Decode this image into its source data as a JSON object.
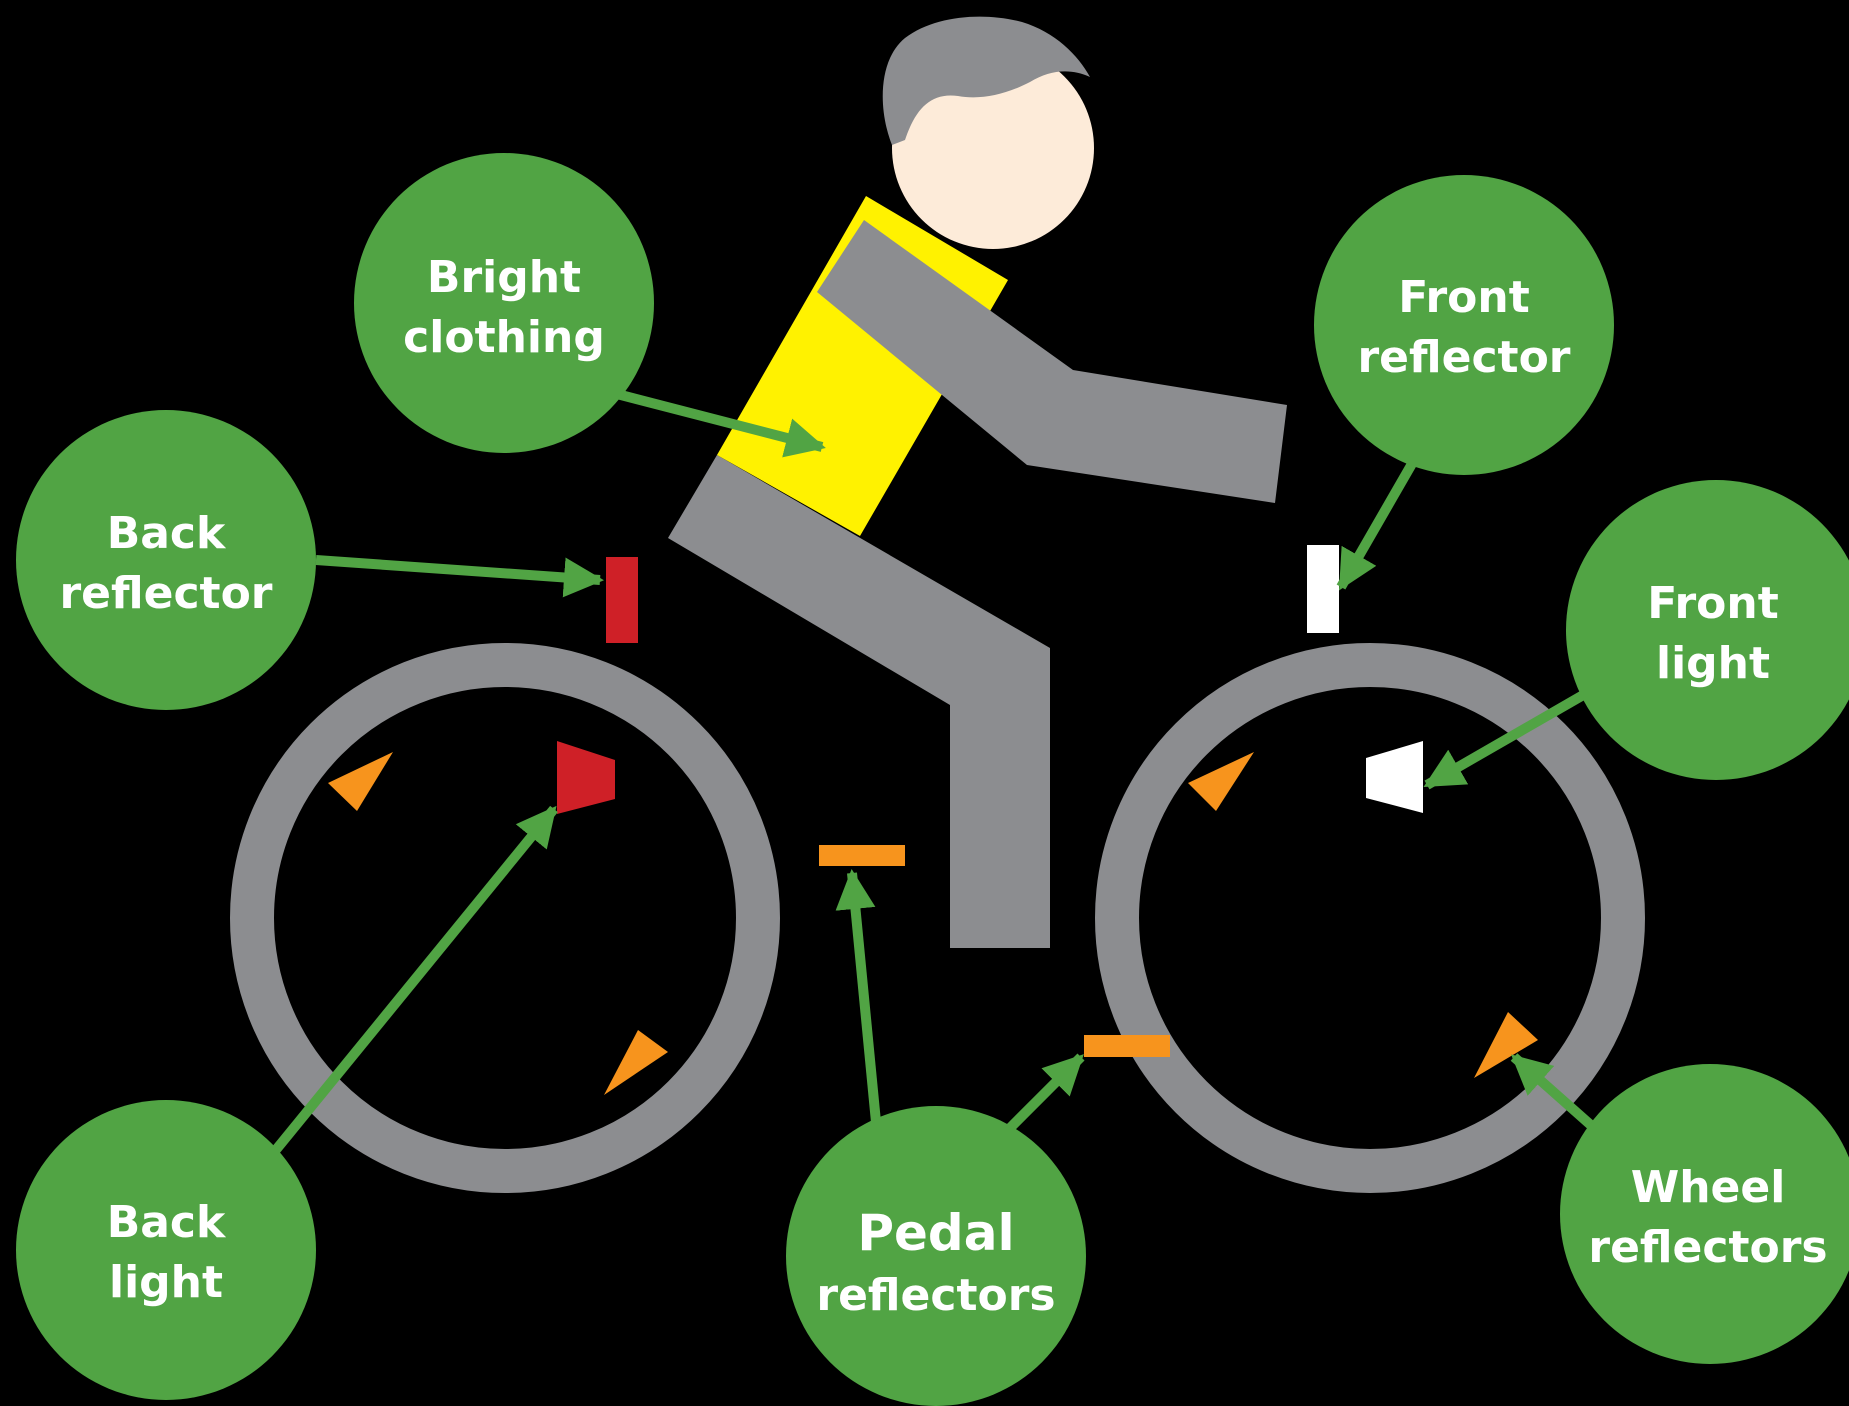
{
  "colors": {
    "background": "#000000",
    "label_circle": "#51a444",
    "arrow": "#51a444",
    "frame_gray": "#8c8d90",
    "clothing_yellow": "#fff200",
    "skin": "#fdebd9",
    "red": "#cf2027",
    "orange": "#f7941d",
    "white": "#ffffff",
    "label_text": "#ffffff"
  },
  "labels": {
    "bright_clothing": {
      "line1": "Bright",
      "line2": "clothing"
    },
    "front_reflector": {
      "line1": "Front",
      "line2": "reflector"
    },
    "back_reflector": {
      "line1": "Back",
      "line2": "reflector"
    },
    "front_light": {
      "line1": "Front",
      "line2": "light"
    },
    "back_light": {
      "line1": "Back",
      "line2": "light"
    },
    "pedal_reflectors": {
      "line1": "Pedal",
      "line2": "reflectors"
    },
    "wheel_reflectors": {
      "line1": "Wheel",
      "line2": "reflectors"
    }
  }
}
